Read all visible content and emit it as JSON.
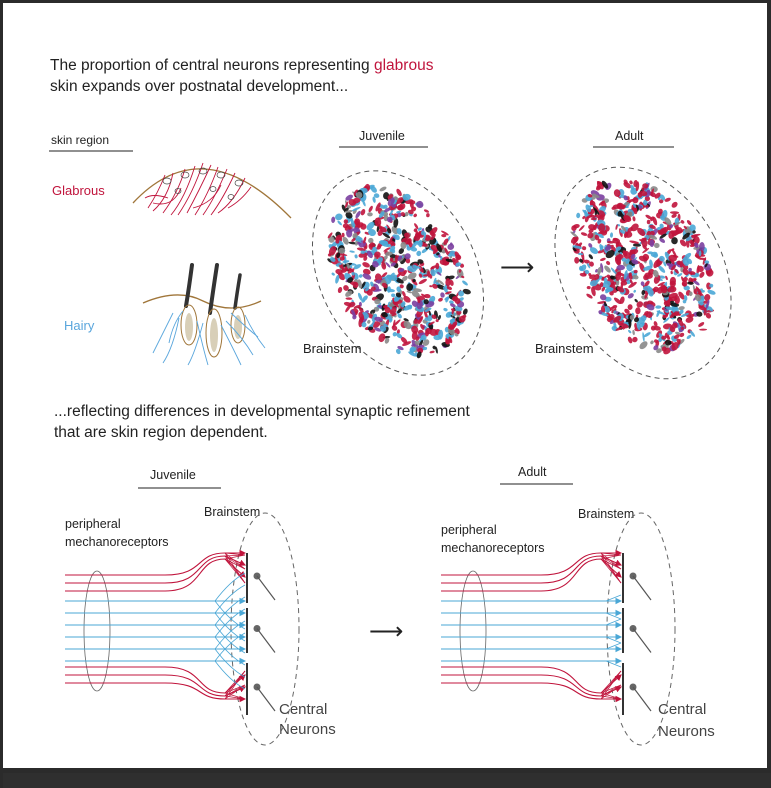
{
  "intro": {
    "line1_prefix": "The proportion of central neurons representing ",
    "line1_highlight": "glabrous",
    "line2": "skin expands over postnatal development..."
  },
  "top": {
    "column_header": "skin region",
    "glabrous_label": "Glabrous",
    "hairy_label": "Hairy",
    "juvenile_title": "Juvenile",
    "adult_title": "Adult",
    "brainstem_left": "Brainstem",
    "brainstem_right": "Brainstem",
    "arrow": "⟶"
  },
  "conclusion": {
    "line1": "...reflecting differences in developmental synaptic refinement",
    "line2": "that are skin region dependent."
  },
  "bottom": {
    "juvenile_title": "Juvenile",
    "adult_title": "Adult",
    "juvenile_brainstem": "Brainstem",
    "adult_brainstem": "Brainstem",
    "juvenile_receptors_1": "peripheral",
    "juvenile_receptors_2": "mechanoreceptors",
    "adult_receptors_1": "peripheral",
    "adult_receptors_2": "mechanoreceptors",
    "juvenile_central_1": "Central",
    "juvenile_central_2": "Neurons",
    "adult_central_1": "Central",
    "adult_central_2": "Neurons",
    "arrow": "⟶"
  },
  "colors": {
    "glabrous": "#c0143c",
    "hairy": "#4aa7d6",
    "purple": "#7b3fa0",
    "black": "#111111",
    "gray": "#888888",
    "skin_line": "#a0763a"
  }
}
